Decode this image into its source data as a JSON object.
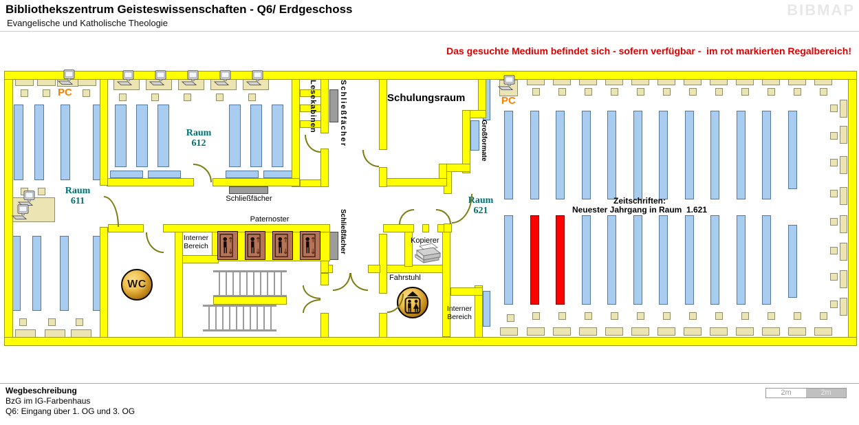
{
  "header": {
    "title": "Bibliothekszentrum Geisteswissenschaften - Q6/ Erdgeschoss",
    "subtitle": "Evangelische und Katholische Theologie",
    "logo": "BIBMAP",
    "notice": "Das gesuchte Medium befindet sich - sofern verfügbar -  im rot markierten Regalbereich!"
  },
  "map": {
    "rooms": {
      "label_prefix": "Raum",
      "r611": "611",
      "r612": "612",
      "r621": "621",
      "schulungsraum": "Schulungsraum"
    },
    "labels": {
      "pc": "PC",
      "lesekabinen": "Lesekabinen",
      "schliessfaecher": "Schließfächer",
      "paternoster": "Paternoster",
      "interner_line1": "Interner",
      "interner_line2": "Bereich",
      "grossformate": "Großformate",
      "kopierer": "Kopierer",
      "fahrstuhl": "Fahrstuhl",
      "wc": "WC",
      "zeitschriften_line1": "Zeitschriften:",
      "zeitschriften_line2": "Neuester Jahrgang in Raum  1.621"
    }
  },
  "footer": {
    "heading": "Wegbeschreibung",
    "line1": "BzG im IG-Farbenhaus",
    "line2": "Q6: Eingang über 1. OG und 3. OG"
  },
  "scalebar": {
    "seg1": "2m",
    "seg2": "2m"
  },
  "colors": {
    "wall": "#ffff00",
    "wall_border": "#98980a",
    "shelf": "#a9cdf0",
    "highlight_shelf": "#ff0000",
    "furniture": "#ede4b3",
    "locker": "#9c9c9c",
    "room_label": "#007070",
    "pc_label": "#ff8000",
    "notice": "#dd0000",
    "door": "#7d7d12"
  }
}
